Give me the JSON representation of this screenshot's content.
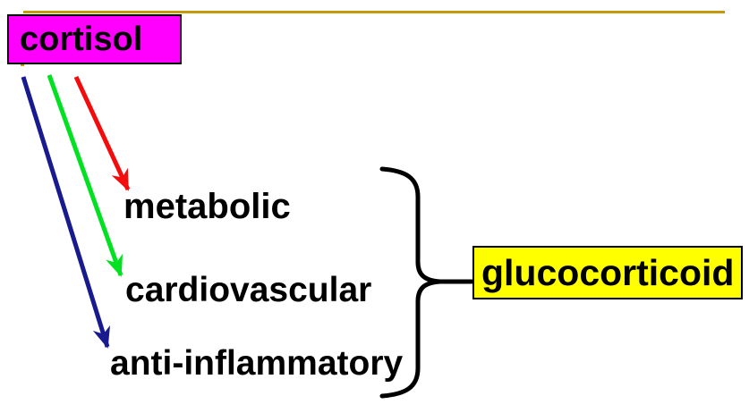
{
  "slide": {
    "background_color": "#FFFFFF",
    "top_rule_color": "#C49A0B",
    "source": {
      "label": "cortisol",
      "bg_color": "#FF00FF",
      "border_color": "#000000"
    },
    "effects": [
      {
        "label": "metabolic",
        "arrow_color": "#F40B0B"
      },
      {
        "label": "cardiovascular",
        "arrow_color": "#00E121"
      },
      {
        "label": "anti-inflammatory",
        "arrow_color": "#1A1A8F"
      }
    ],
    "brace_color": "#000000",
    "group": {
      "label": "glucocorticoid",
      "bg_color": "#FFFF00",
      "border_color": "#000000"
    }
  }
}
